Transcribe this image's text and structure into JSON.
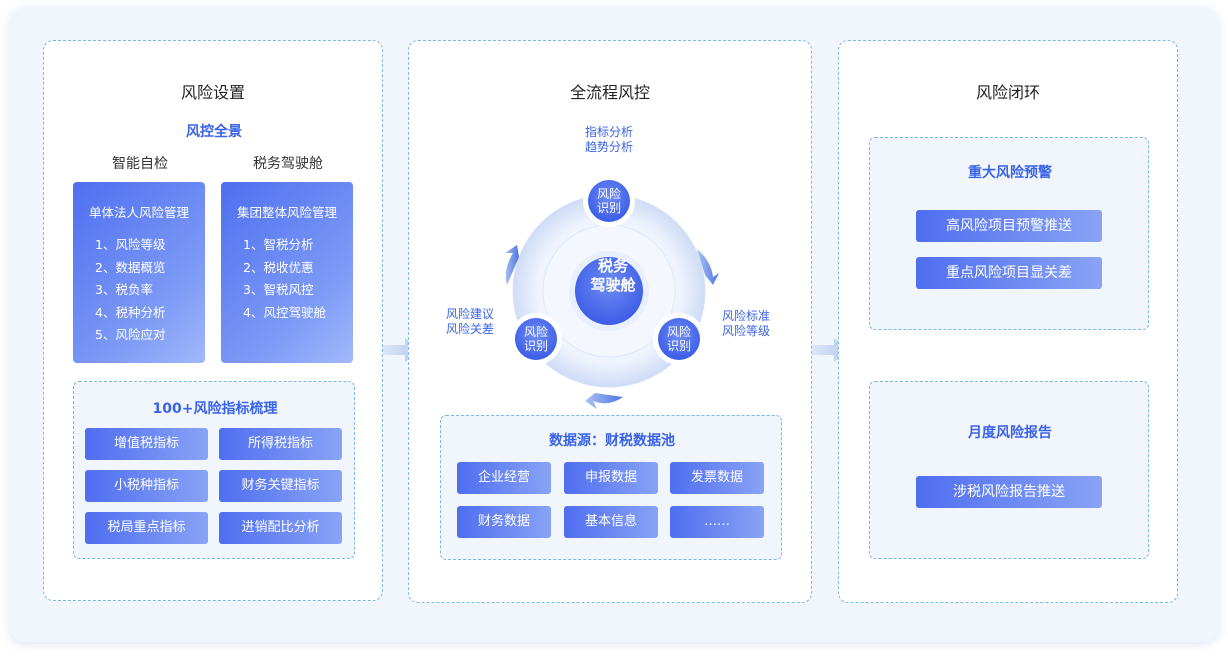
{
  "panels": {
    "left": {
      "title": "风险设置",
      "subtitle": "风控全景",
      "col1_header": "智能自检",
      "col2_header": "税务驾驶舱",
      "card1": {
        "title": "单体法人风险管理",
        "items": [
          "1、风险等级",
          "2、数据概览",
          "3、税负率",
          "4、税种分析",
          "5、风险应对"
        ]
      },
      "card2": {
        "title": "集团整体风险管理",
        "items": [
          "1、智税分析",
          "2、税收优惠",
          "3、智税风控",
          "4、风控驾驶舱"
        ]
      },
      "indicators": {
        "title": "100+风险指标梳理",
        "items": [
          "增值税指标",
          "所得税指标",
          "小税种指标",
          "财务关键指标",
          "税局重点指标",
          "进销配比分析"
        ]
      }
    },
    "middle": {
      "title": "全流程风控",
      "center_label": "税务驾驶舱",
      "center_line1": "税务",
      "center_line2": "驾驶舱",
      "node_line1": "风险",
      "node_line2": "识别",
      "top_label1": "指标分析",
      "top_label2": "趋势分析",
      "left_label1": "风险建议",
      "left_label2": "风险关差",
      "right_label1": "风险标准",
      "right_label2": "风险等级",
      "datasource": {
        "title": "数据源：财税数据池",
        "items": [
          "企业经营",
          "申报数据",
          "发票数据",
          "财务数据",
          "基本信息",
          "……"
        ]
      }
    },
    "right": {
      "title": "风险闭环",
      "box1": {
        "title": "重大风险预警",
        "items": [
          "高风险项目预警推送",
          "重点风险项目显关差"
        ]
      },
      "box2": {
        "title": "月度风险报告",
        "items": [
          "涉税风险报告推送"
        ]
      }
    }
  },
  "colors": {
    "accent": "#3a63e8",
    "gradient_start": "#4e6ff0",
    "gradient_end": "#a3b9fb",
    "border": "#7cb7ea",
    "panel_bg": "#f1f6fd"
  }
}
